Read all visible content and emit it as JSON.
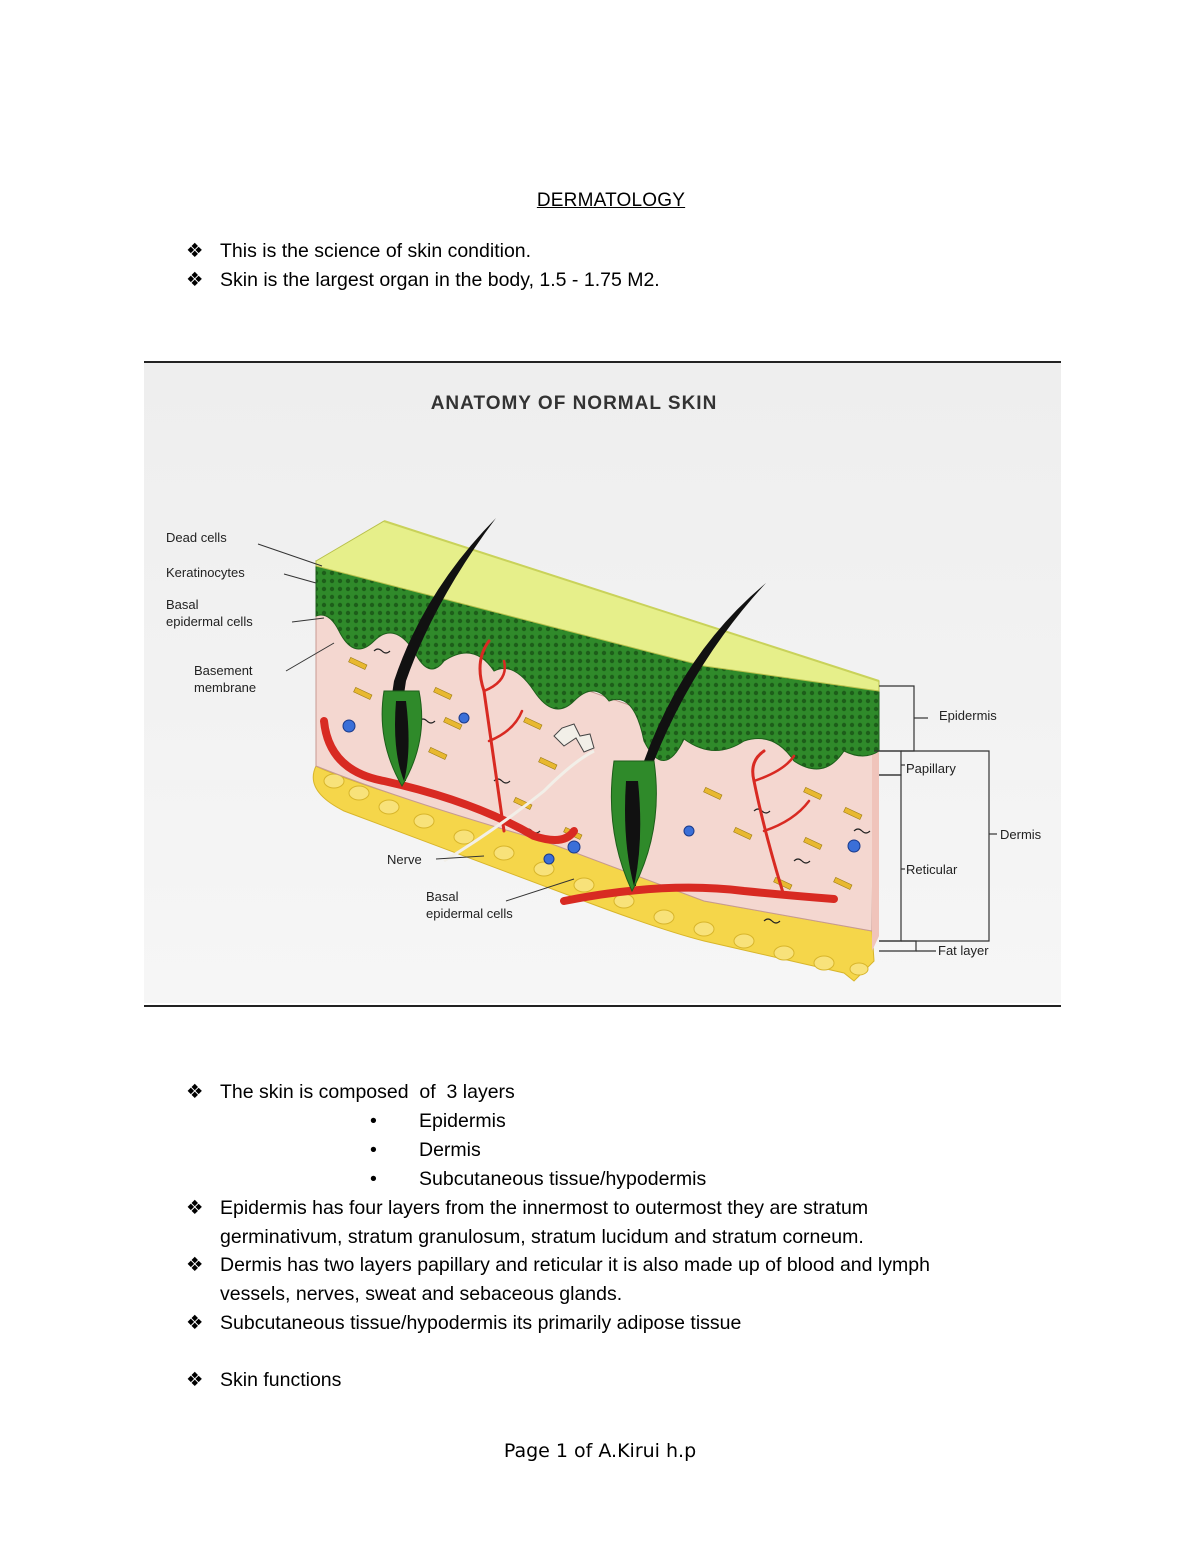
{
  "title": "DERMATOLOGY",
  "intro_bullets": [
    "This is the science of skin condition.",
    "Skin is the largest organ in the body, 1.5 - 1.75 M2."
  ],
  "figure": {
    "title": "ANATOMY OF NORMAL SKIN",
    "labels_left": {
      "dead_cells": "Dead cells",
      "keratinocytes": "Keratinocytes",
      "basal_1": "Basal",
      "basal_2": "epidermal cells",
      "basement_1": "Basement",
      "basement_2": "membrane",
      "nerve": "Nerve",
      "basal_b1": "Basal",
      "basal_b2": "epidermal cells"
    },
    "labels_right": {
      "epidermis": "Epidermis",
      "papillary": "Papillary",
      "dermis": "Dermis",
      "reticular": "Reticular",
      "fat_layer": "Fat layer"
    }
  },
  "layers_bullet": "The skin is composed  of  3 layers",
  "layers": [
    "Epidermis",
    "Dermis",
    "Subcutaneous tissue/hypodermis"
  ],
  "detail_bullets": [
    {
      "line1": "Epidermis has four layers from the innermost to outermost they are stratum",
      "line2": "germinativum, stratum granulosum, stratum lucidum and stratum corneum."
    },
    {
      "line1": "Dermis has two layers papillary and reticular it is also made up of blood and lymph",
      "line2": "vessels, nerves, sweat and sebaceous glands."
    },
    {
      "line1": "Subcutaneous tissue/hypodermis its primarily adipose tissue",
      "line2": ""
    }
  ],
  "functions_bullet": "Skin functions",
  "footer": "Page 1 of A.Kirui h.p",
  "bullet_symbol": "❖",
  "dot_symbol": "•",
  "colors": {
    "epidermis_top": "#e6ef8a",
    "epidermis_green": "#2f8a2a",
    "dermis_pink": "#f4d7d0",
    "vessel_red": "#d82a22",
    "fat_yellow": "#f5d64a"
  }
}
